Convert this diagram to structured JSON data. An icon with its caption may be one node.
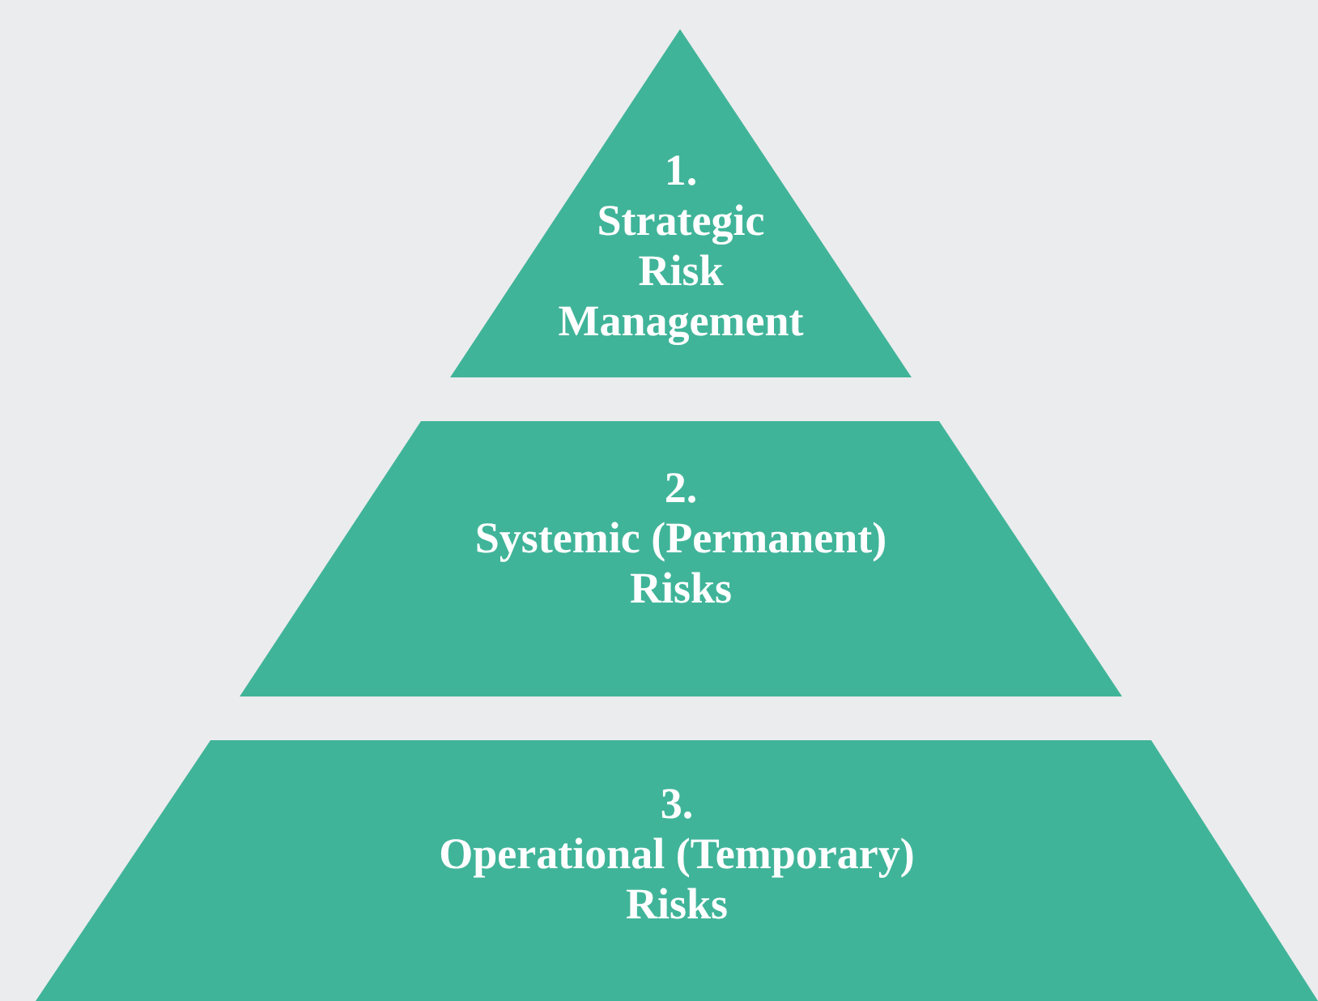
{
  "diagram": {
    "nodes": [
      {
        "text": [
          "1.",
          "Strategic Risk Management"
        ]
      },
      {
        "text": [
          "2.",
          "Systemic (Permanent) Risks"
        ]
      },
      {
        "text": [
          "3.",
          "Operational (Temporary) Risks"
        ]
      }
    ]
  }
}
